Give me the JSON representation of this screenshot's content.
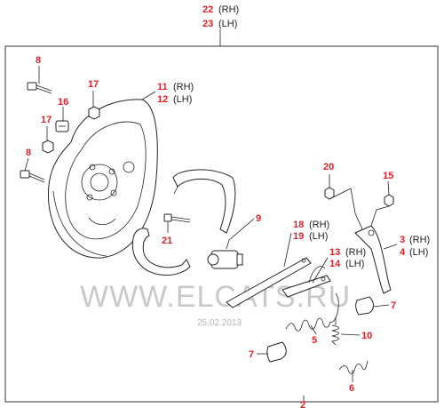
{
  "callouts": {
    "c22": {
      "num": "22",
      "side": "(RH)"
    },
    "c23": {
      "num": "23",
      "side": "(LH)"
    },
    "c8a": {
      "num": "8"
    },
    "c17a": {
      "num": "17"
    },
    "c11": {
      "num": "11",
      "side": "(RH)"
    },
    "c12": {
      "num": "12",
      "side": "(LH)"
    },
    "c16": {
      "num": "16"
    },
    "c17b": {
      "num": "17"
    },
    "c8b": {
      "num": "8"
    },
    "c9": {
      "num": "9"
    },
    "c21": {
      "num": "21"
    },
    "c18": {
      "num": "18",
      "side": "(RH)"
    },
    "c19": {
      "num": "19",
      "side": "(LH)"
    },
    "c20": {
      "num": "20"
    },
    "c15": {
      "num": "15"
    },
    "c3": {
      "num": "3",
      "side": "(RH)"
    },
    "c4": {
      "num": "4",
      "side": "(LH)"
    },
    "c13": {
      "num": "13",
      "side": "(RH)"
    },
    "c14": {
      "num": "14",
      "side": "(LH)"
    },
    "c7a": {
      "num": "7"
    },
    "c5": {
      "num": "5"
    },
    "c10": {
      "num": "10"
    },
    "c7b": {
      "num": "7"
    },
    "c6": {
      "num": "6"
    },
    "c2": {
      "num": "2"
    }
  },
  "watermark": {
    "text": "WWW.ELCATS.RU",
    "date": "25.02.2013"
  }
}
